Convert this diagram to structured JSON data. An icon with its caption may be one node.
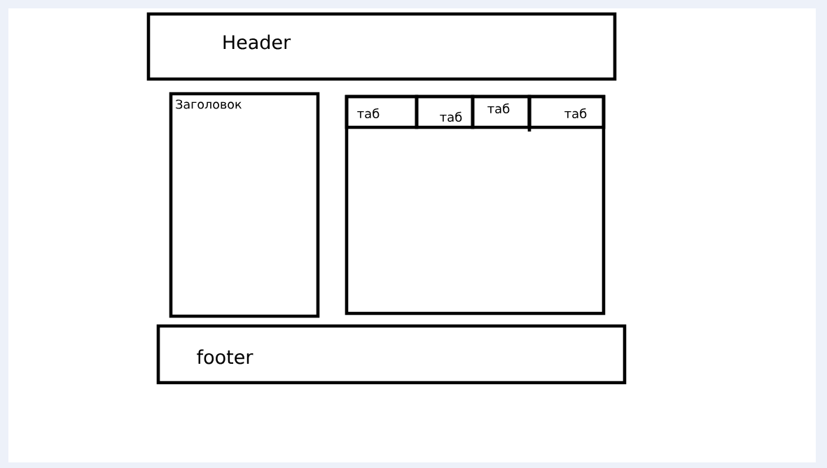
{
  "diagram": {
    "nodes": [
      {
        "text": [
          "Header"
        ]
      },
      {
        "text": [
          "Заголовок"
        ]
      },
      {
        "text": [],
        "shape": "box"
      },
      {
        "text": [
          "таб"
        ],
        "in": 2
      },
      {
        "text": [
          "таб"
        ],
        "in": 2
      },
      {
        "text": [
          "таб"
        ],
        "in": 2
      },
      {
        "text": [
          "таб"
        ],
        "in": 2
      },
      {
        "text": [
          "footer"
        ]
      }
    ]
  }
}
